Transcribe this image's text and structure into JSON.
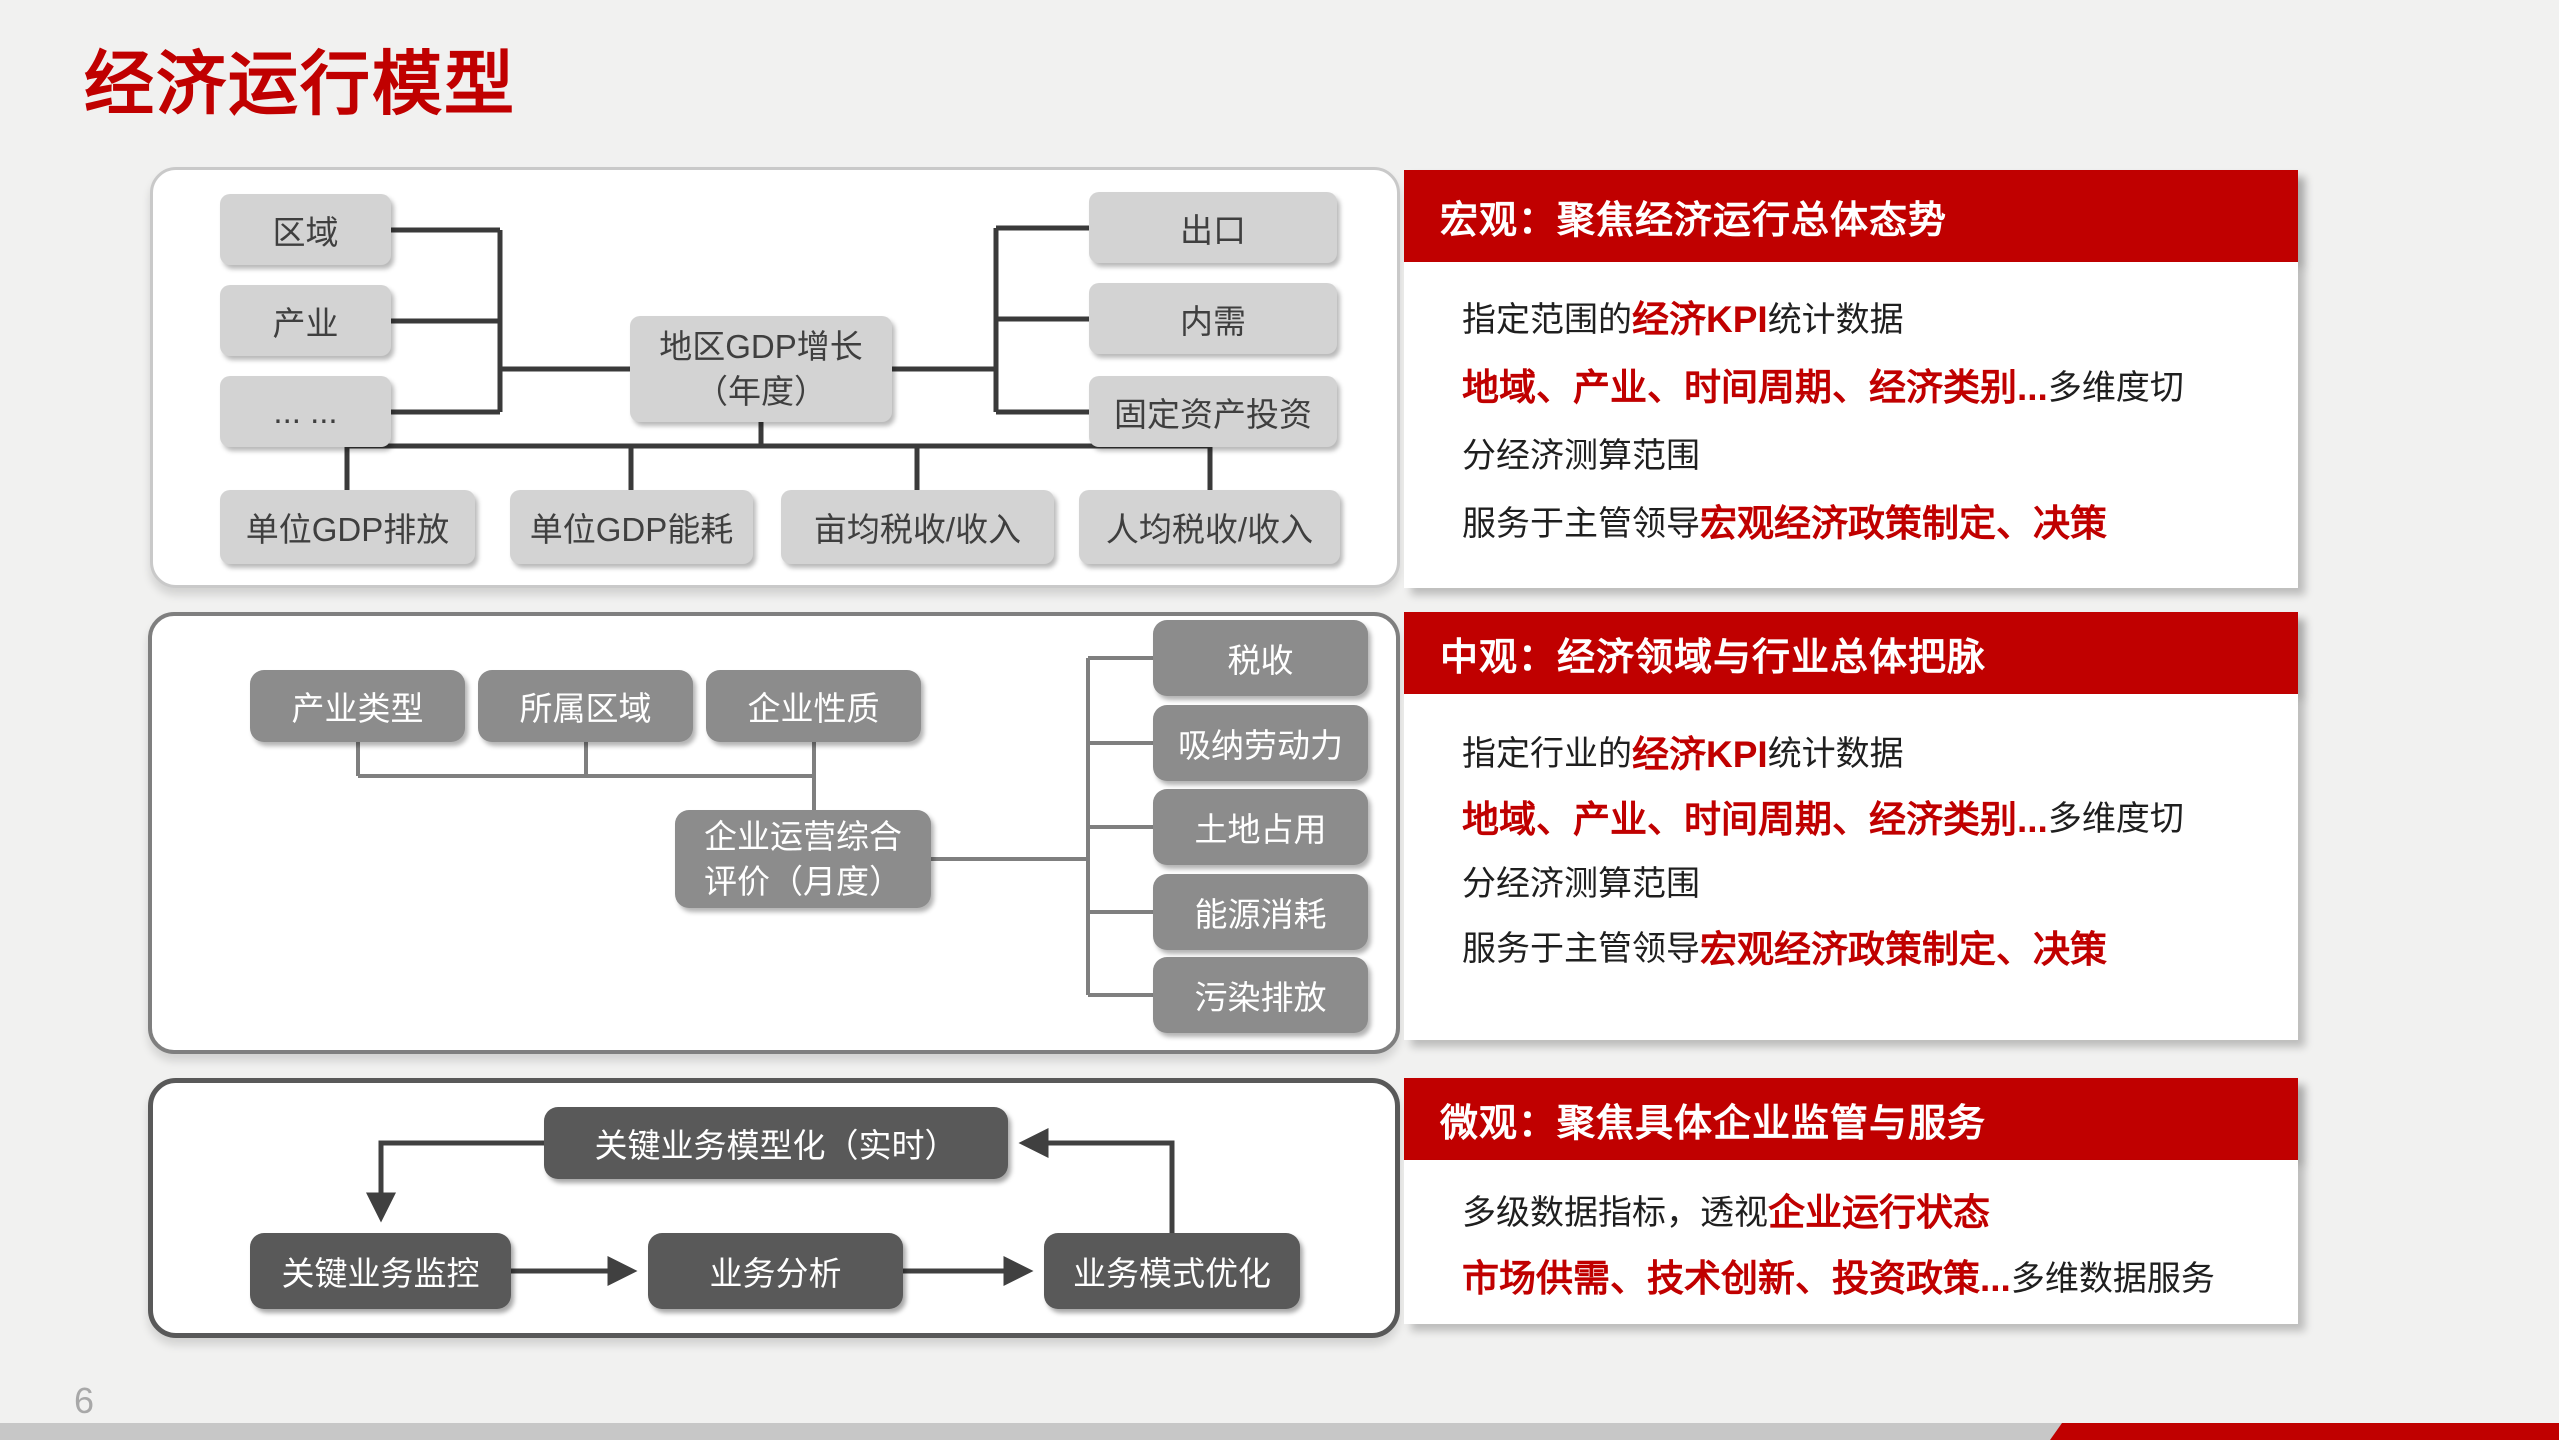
{
  "slide": {
    "title": "经济运行模型",
    "page_number": "6"
  },
  "colors": {
    "accent_red": "#C00000",
    "background": "#F1F1F0",
    "node_light_gray": "#D3D3D3",
    "node_mid_gray": "#8C8C8C",
    "node_dark_gray": "#595959",
    "footer_gray": "#C7C7C7"
  },
  "diagram_macro": {
    "region": "区域",
    "industry": "产业",
    "ellipsis": "... ...",
    "gdp_line1": "地区GDP增长",
    "gdp_line2": "（年度）",
    "export": "出口",
    "domestic_demand": "内需",
    "fixed_asset_investment": "固定资产投资",
    "gdp_emission": "单位GDP排放",
    "gdp_energy": "单位GDP能耗",
    "tax_per_mu": "亩均税收/收入",
    "tax_per_capita": "人均税收/收入"
  },
  "diagram_meso": {
    "industry_type": "产业类型",
    "region_owned": "所属区域",
    "enterprise_nature": "企业性质",
    "eval_line1": "企业运营综合",
    "eval_line2": "评价（月度）",
    "tax": "税收",
    "labor": "吸纳劳动力",
    "land": "土地占用",
    "energy": "能源消耗",
    "pollution": "污染排放"
  },
  "diagram_micro": {
    "modeling": "关键业务模型化（实时）",
    "monitoring": "关键业务监控",
    "analysis": "业务分析",
    "optimization": "业务模式优化"
  },
  "panels": [
    {
      "header": "宏观：聚焦经济运行总体态势",
      "lines": [
        [
          {
            "t": "指定范围的",
            "s": "n"
          },
          {
            "t": "经济KPI",
            "s": "r"
          },
          {
            "t": "统计数据",
            "s": "n"
          }
        ],
        [
          {
            "t": "地域、产业、时间周期、经济类别...",
            "s": "r"
          },
          {
            "t": "多维度切",
            "s": "n"
          }
        ],
        [
          {
            "t": "分经济测算范围",
            "s": "n"
          }
        ],
        [
          {
            "t": "服务于主管领导",
            "s": "n"
          },
          {
            "t": "宏观经济政策制定、决策",
            "s": "r"
          }
        ]
      ]
    },
    {
      "header": "中观：经济领域与行业总体把脉",
      "lines": [
        [
          {
            "t": "指定行业的",
            "s": "n"
          },
          {
            "t": "经济KPI",
            "s": "r"
          },
          {
            "t": "统计数据",
            "s": "n"
          }
        ],
        [
          {
            "t": "地域、产业、时间周期、经济类别...",
            "s": "r"
          },
          {
            "t": "多维度切",
            "s": "n"
          }
        ],
        [
          {
            "t": "分经济测算范围",
            "s": "n"
          }
        ],
        [
          {
            "t": "服务于主管领导",
            "s": "n"
          },
          {
            "t": "宏观经济政策制定、决策",
            "s": "r"
          }
        ]
      ]
    },
    {
      "header": "微观：聚焦具体企业监管与服务",
      "lines": [
        [
          {
            "t": "多级数据指标，透视",
            "s": "n"
          },
          {
            "t": "企业运行状态",
            "s": "r"
          }
        ],
        [
          {
            "t": "市场供需、技术创新、投资政策...",
            "s": "r"
          },
          {
            "t": "多维数据服务",
            "s": "n"
          }
        ]
      ]
    }
  ]
}
